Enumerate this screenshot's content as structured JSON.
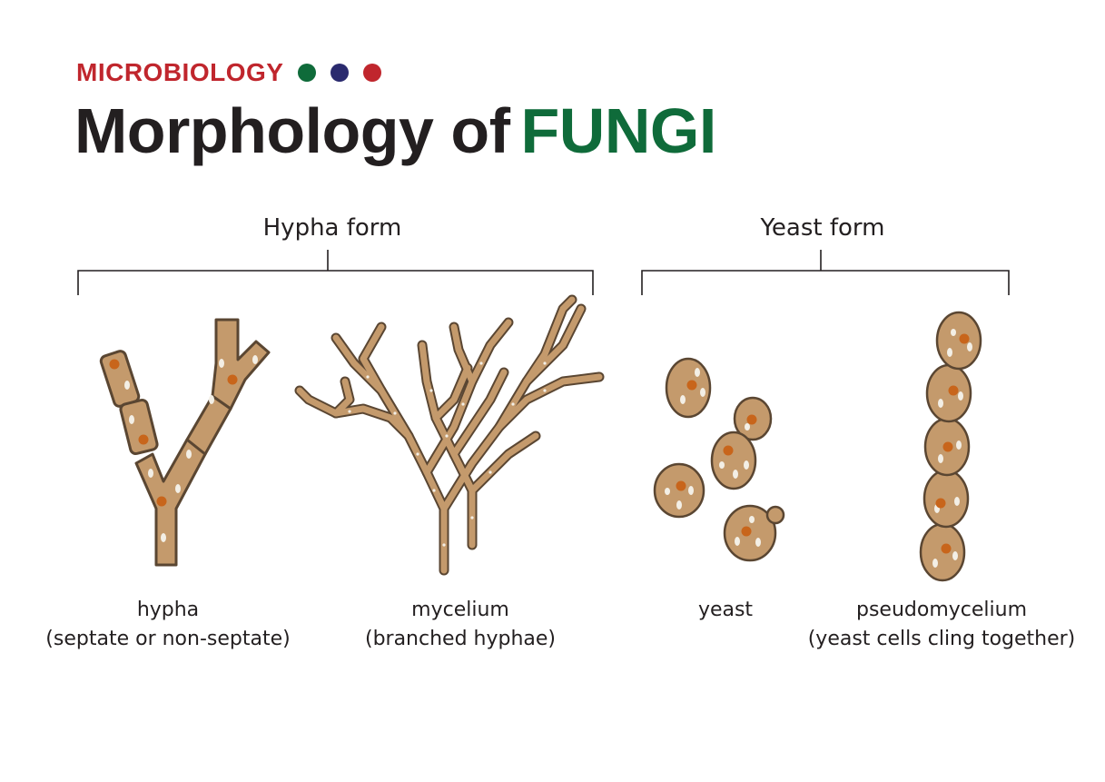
{
  "header": {
    "kicker": "MICROBIOLOGY",
    "kicker_color": "#c0262d",
    "dots": [
      "#0f6b3a",
      "#2a2a6e",
      "#c0262d"
    ],
    "title_main": "Morphology of",
    "title_accent": "FUNGI",
    "title_color": "#231f20",
    "accent_color": "#0f6b3a"
  },
  "groups": {
    "hypha_form": "Hypha form",
    "yeast_form": "Yeast form"
  },
  "captions": {
    "hypha": {
      "name": "hypha",
      "detail": "(septate or non-septate)"
    },
    "mycelium": {
      "name": "mycelium",
      "detail": "(branched hyphae)"
    },
    "yeast": {
      "name": "yeast"
    },
    "pseudomycelium": {
      "name": "pseudomycelium",
      "detail": "(yeast cells cling together)"
    }
  },
  "colors": {
    "cell_fill": "#c49a6c",
    "cell_stroke": "#5a4632",
    "nucleus": "#c8651b",
    "vacuole": "#f3efe6"
  }
}
